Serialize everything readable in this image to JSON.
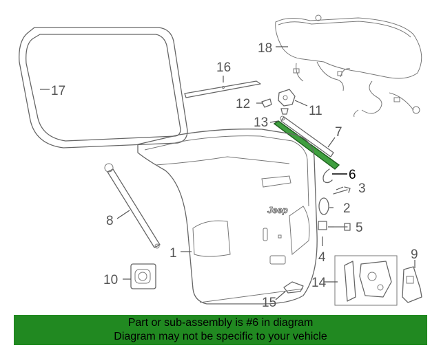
{
  "callouts": [
    {
      "id": "1",
      "label": "1"
    },
    {
      "id": "2",
      "label": "2"
    },
    {
      "id": "3",
      "label": "3"
    },
    {
      "id": "4",
      "label": "4"
    },
    {
      "id": "5",
      "label": "5"
    },
    {
      "id": "6",
      "label": "6",
      "highlighted": true
    },
    {
      "id": "7",
      "label": "7"
    },
    {
      "id": "8",
      "label": "8"
    },
    {
      "id": "9",
      "label": "9"
    },
    {
      "id": "10",
      "label": "10"
    },
    {
      "id": "11",
      "label": "11"
    },
    {
      "id": "12",
      "label": "12"
    },
    {
      "id": "13",
      "label": "13"
    },
    {
      "id": "14",
      "label": "14"
    },
    {
      "id": "15",
      "label": "15"
    },
    {
      "id": "16",
      "label": "16"
    },
    {
      "id": "17",
      "label": "17"
    },
    {
      "id": "18",
      "label": "18"
    }
  ],
  "badge": "Jeep",
  "banner": {
    "line1": "Part or sub-assembly is #6 in diagram",
    "line2": "Diagram may not be specific to your vehicle"
  },
  "colors": {
    "banner": "#218921",
    "highlight": "#3f9f3f",
    "linework": "#666666"
  }
}
